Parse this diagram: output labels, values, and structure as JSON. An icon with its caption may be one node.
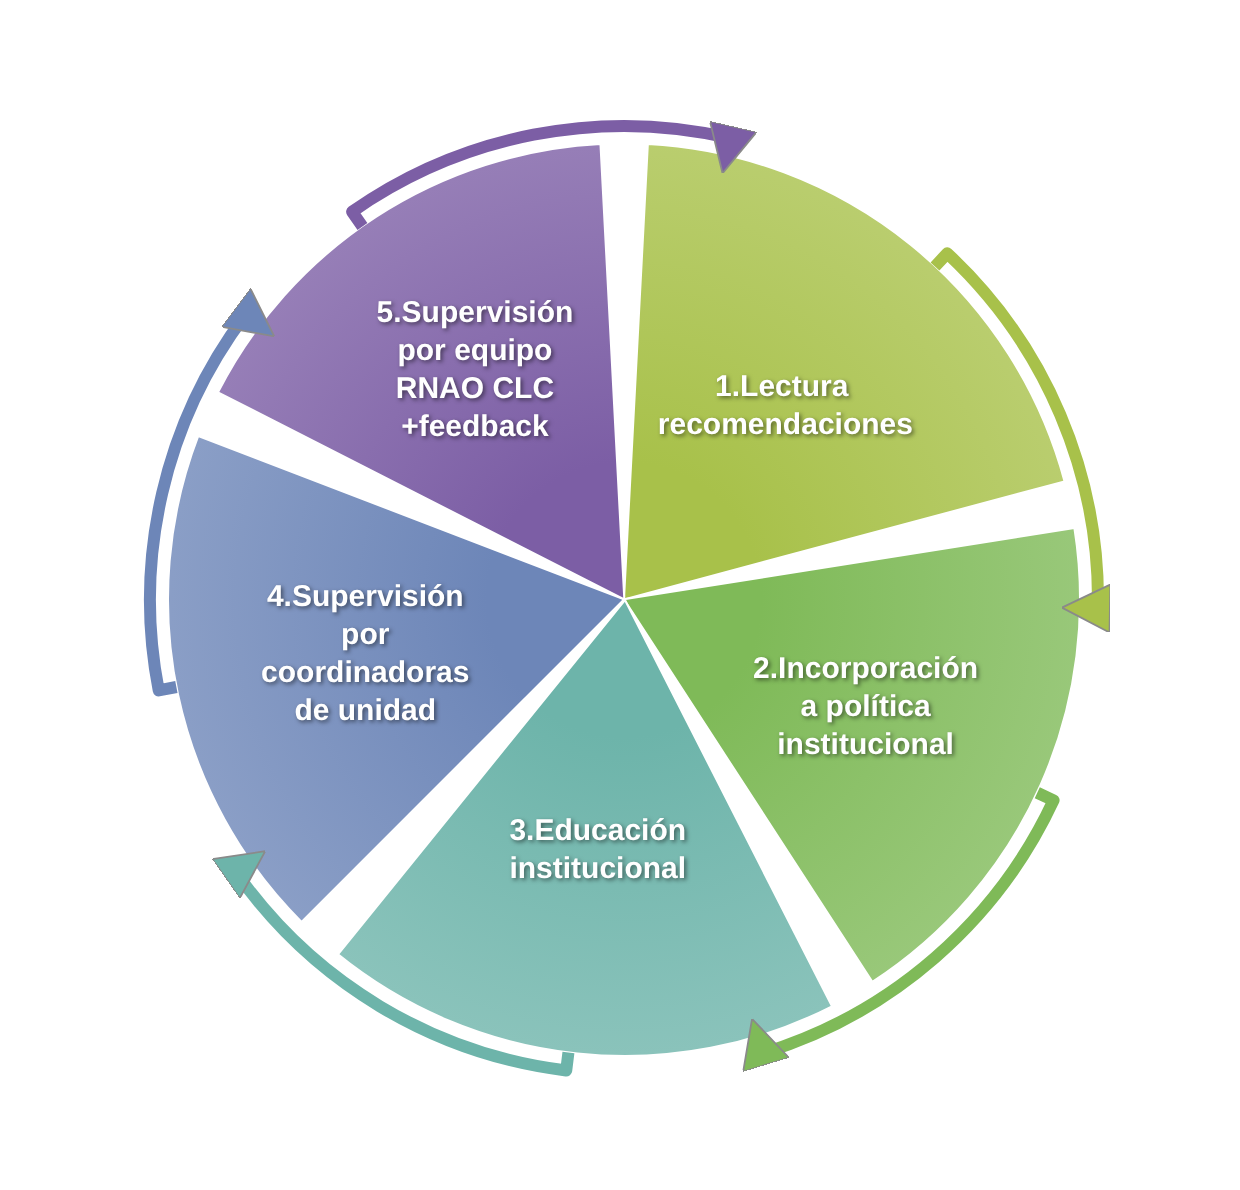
{
  "diagram": {
    "nodes": [
      {
        "text": [
          "1.Lectura recomendaciones"
        ]
      },
      {
        "text": [
          "2.Incorporación a política institucional"
        ]
      },
      {
        "text": [
          "3.Educación institucional"
        ]
      },
      {
        "text": [
          "4.Supervisión por coordinadoras de unidad"
        ]
      },
      {
        "text": [
          "5.Supervisión por equipo RNAO CLC +feedback"
        ]
      }
    ],
    "edges": [
      {
        "from": 0,
        "to": 1,
        "arrow": "to",
        "color": "#a8c14a"
      },
      {
        "from": 1,
        "to": 2,
        "arrow": "to",
        "color": "#7fba58"
      },
      {
        "from": 2,
        "to": 3,
        "arrow": "to",
        "color": "#6db4aa"
      },
      {
        "from": 3,
        "to": 4,
        "arrow": "to",
        "color": "#6d86b8"
      },
      {
        "from": 4,
        "to": 0,
        "arrow": "to",
        "color": "#7c5ea5"
      }
    ]
  }
}
